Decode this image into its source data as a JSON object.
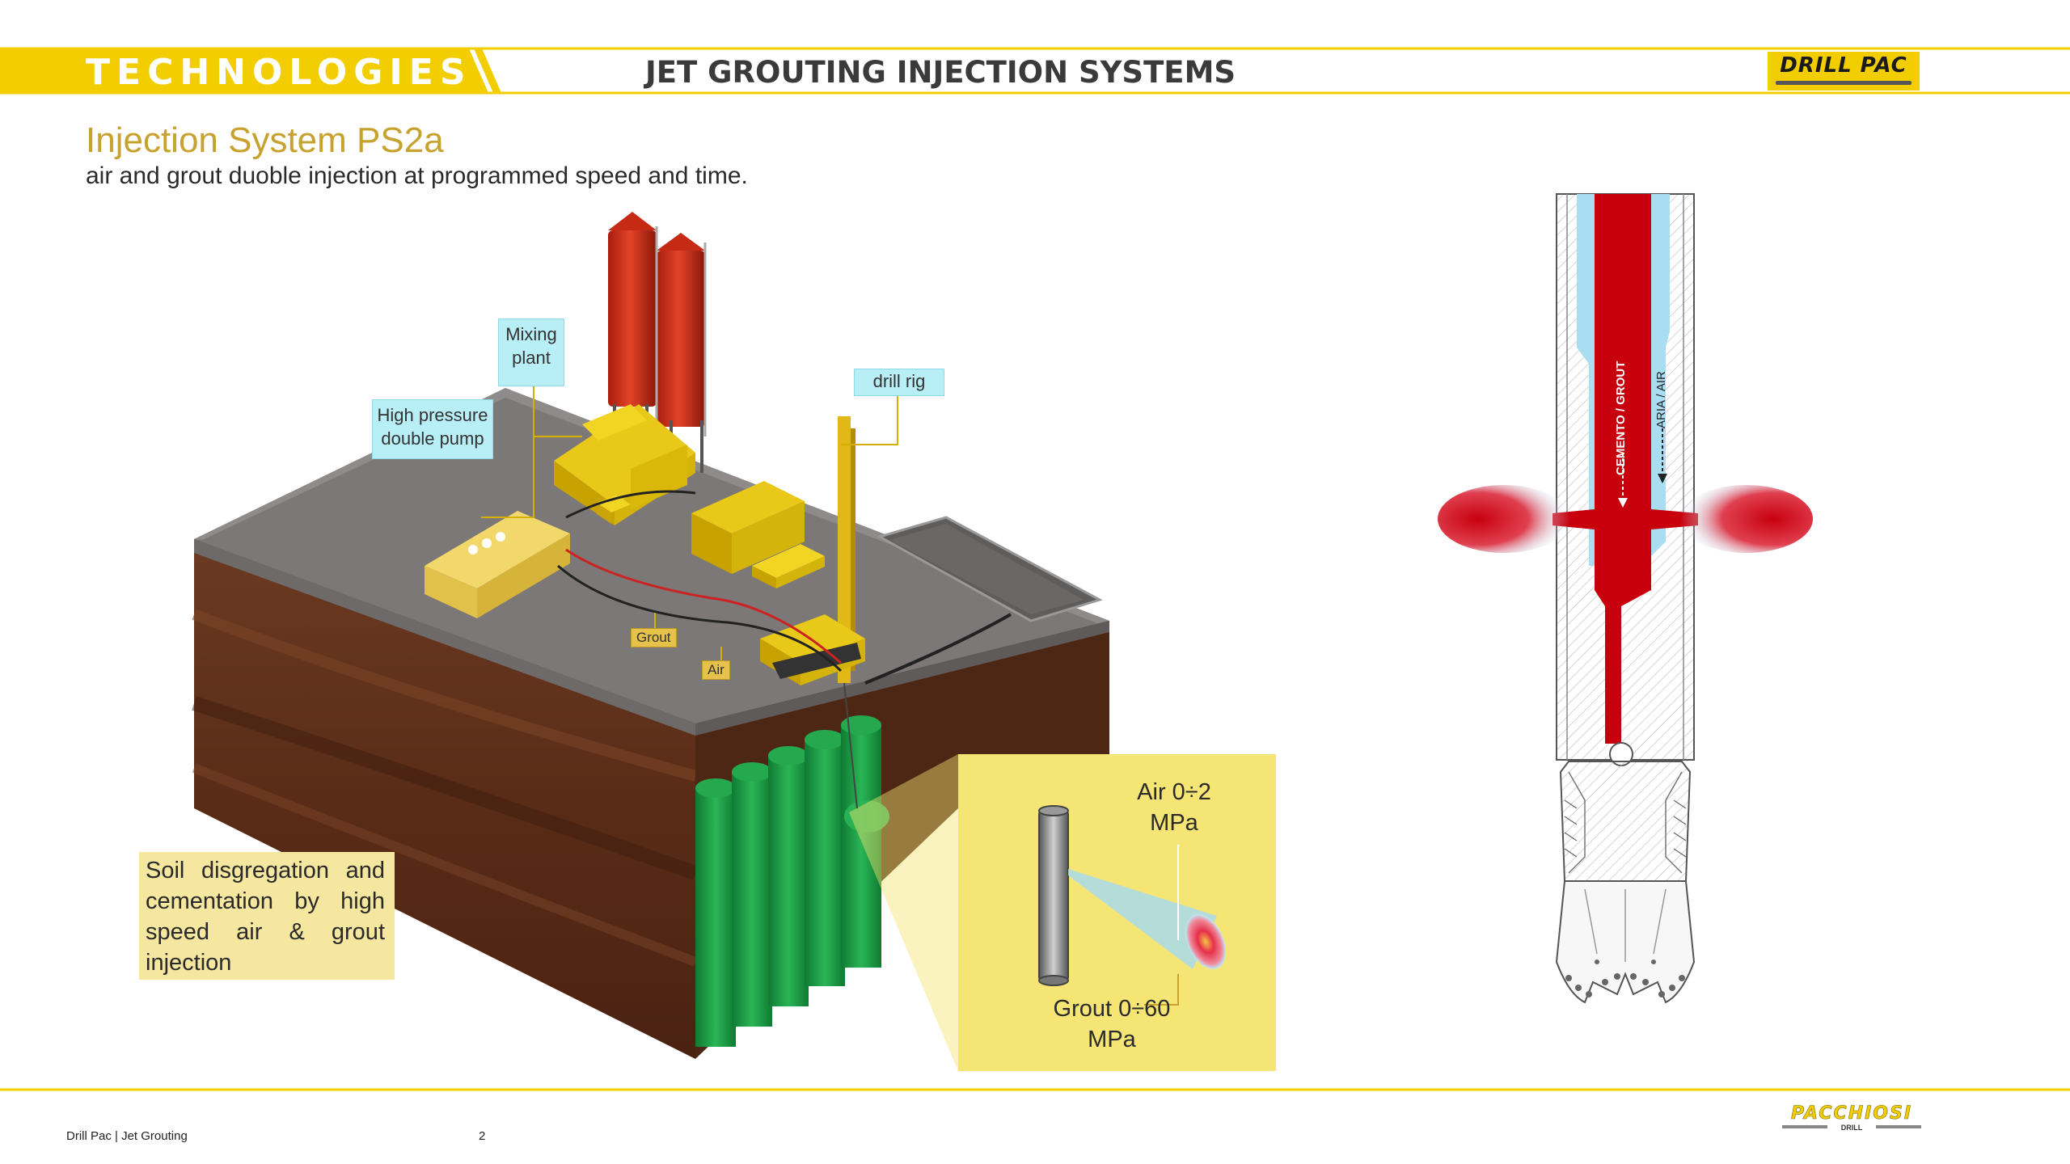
{
  "header": {
    "section_label": "TECHNOLOGIES",
    "title": "JET GROUTING INJECTION SYSTEMS",
    "logo_text": "DRILL PAC",
    "accent_color": "#f2cd00"
  },
  "main": {
    "title": "Injection System PS2a",
    "subtitle": "air and grout duoble injection at programmed speed and time."
  },
  "diagram": {
    "callouts": {
      "mixing_plant": "Mixing plant",
      "pump": "High pressure double pump",
      "drill_rig": "drill rig"
    },
    "tags": {
      "grout": "Grout",
      "air": "Air"
    },
    "soil_note": "Soil disgregation and cementation by high speed air & grout injection",
    "detail": {
      "air_label": "Air 0÷2 MPa",
      "grout_label": "Grout 0÷60 MPa"
    },
    "section_labels": {
      "grout": "CEMENTO / GROUT",
      "air": "ARIA / AIR"
    },
    "colors": {
      "grout": "#c8000e",
      "air": "#a8ddf2",
      "soil": "#5a2c17",
      "ground": "#7a7776",
      "column": "#1fa64a"
    }
  },
  "footer": {
    "left_text": "Drill Pac | Jet Grouting",
    "page_number": "2",
    "logo_text": "PACCHIOSI",
    "logo_sub": "DRILL"
  }
}
